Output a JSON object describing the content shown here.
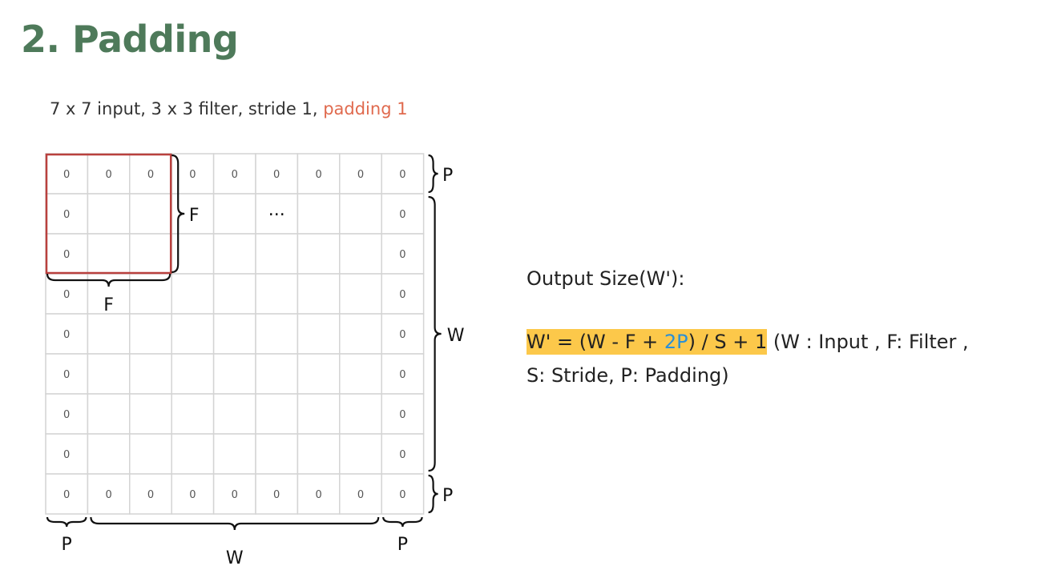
{
  "title": "2. Padding",
  "subtitle": {
    "main": "7 x 7 input, 3 x 3 filter, stride 1, ",
    "highlight": "padding 1"
  },
  "grid": {
    "rows": 9,
    "cols": 9,
    "pad_value": "0",
    "ellipsis": "..."
  },
  "braces": {
    "P": "P",
    "F": "F",
    "W": "W"
  },
  "formula": {
    "label": "Output Size(W'):",
    "expr_prefix": "W' = (W - F + ",
    "expr_blue": "2P",
    "expr_suffix": ") / S + 1",
    "desc_line1": " (W : Input , F: Filter ,",
    "desc_line2": "S: Stride, P: Padding)"
  },
  "colors": {
    "title": "#4e7a5a",
    "subtitle_highlight": "#e06a4e",
    "filter_box": "#b9403e",
    "formula_highlight": "#fcc84a",
    "formula_blue": "#2a8fd6"
  }
}
